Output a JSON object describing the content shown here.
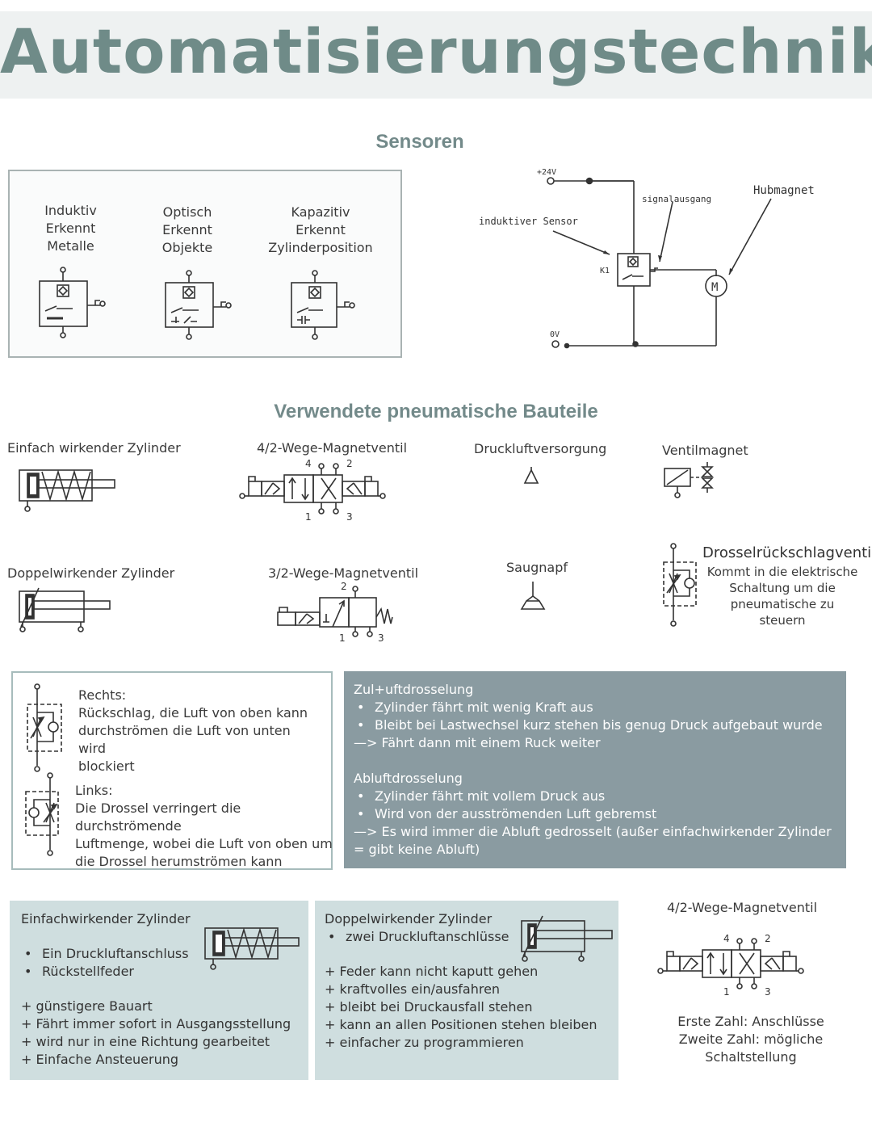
{
  "header": {
    "title": "Automatisierungstechnik"
  },
  "sensors": {
    "heading": "Sensoren",
    "items": [
      {
        "line1": "Induktiv",
        "line2": "Erkennt Metalle"
      },
      {
        "line1": "Optisch",
        "line2": "Erkennt Objekte"
      },
      {
        "line1": "Kapazitiv",
        "line2": "Erkennt Zylinderposition"
      }
    ],
    "circuit": {
      "plus": "+24V",
      "zero": "0V",
      "k1": "K1",
      "sensor_label": "induktiver Sensor",
      "signal_label": "signalausgang",
      "magnet_label": "Hubmagnet",
      "motor": "M"
    }
  },
  "components": {
    "heading": "Verwendete pneumatische Bauteile",
    "single_cyl": "Einfach wirkender Zylinder",
    "valve42": "4/2-Wege-Magnetventil",
    "air_supply": "Druckluftversorgung",
    "valve_magnet": "Ventilmagnet",
    "double_cyl": "Doppelwirkender Zylinder",
    "valve32": "3/2-Wege-Magnetventil",
    "suction_cup": "Saugnapf",
    "throttle_title": "Drosselrückschlagventil",
    "throttle_desc": [
      "Kommt in die elektrische",
      "Schaltung um die",
      "pneumatische zu steuern"
    ],
    "port_labels": {
      "p4": "4",
      "p2": "2",
      "p1": "1",
      "p3": "3"
    }
  },
  "throttle_box": {
    "right_title": "Rechts:",
    "right_text": [
      "Rückschlag, die Luft von oben kann",
      "durchströmen die Luft von unten wird",
      "blockiert"
    ],
    "left_title": "Links:",
    "left_text": [
      "Die Drossel verringert die durchströmende",
      "Luftmenge, wobei die Luft von oben um",
      "die Drossel herumströmen kann"
    ]
  },
  "throttling": {
    "zul_title": "Zul+uftdrosselung",
    "zul_items": [
      "Zylinder fährt mit wenig Kraft aus",
      "Bleibt bei Lastwechsel kurz stehen bis genug Druck aufgebaut wurde"
    ],
    "zul_result": "—> Fährt dann mit einem Ruck weiter",
    "ab_title": "Abluftdrosselung",
    "ab_items": [
      "Zylinder fährt mit vollem Druck aus",
      "Wird von der ausströmenden Luft gebremst"
    ],
    "ab_result": "—> Es wird immer die Abluft gedrosselt (außer einfachwirkender Zylinder = gibt keine Abluft)"
  },
  "single_box": {
    "title": "Einfachwirkender Zylinder",
    "items": [
      "Ein Druckluftanschluss",
      "Rückstellfeder"
    ],
    "pros": [
      "+ günstigere Bauart",
      "+ Fährt immer sofort in Ausgangsstellung",
      "+ wird nur in eine Richtung gearbeitet",
      "+ Einfache Ansteuerung"
    ]
  },
  "double_box": {
    "title": "Doppelwirkender Zylinder",
    "items": [
      "zwei Druckluftanschlüsse"
    ],
    "pros": [
      "+ Feder kann nicht kaputt gehen",
      "+ kraftvolles ein/ausfahren",
      "+ bleibt bei Druckausfall stehen",
      "+ kann an allen Positionen stehen bleiben",
      "+ einfacher zu programmieren"
    ]
  },
  "valve_note": {
    "title": "4/2-Wege-Magnetventil",
    "line1": "Erste Zahl: Anschlüsse",
    "line2": "Zweite Zahl: mögliche Schaltstellung"
  },
  "colors": {
    "title": "#6f8b88",
    "dark_box": "#8a9ba1",
    "light_box": "#cfdedf"
  }
}
